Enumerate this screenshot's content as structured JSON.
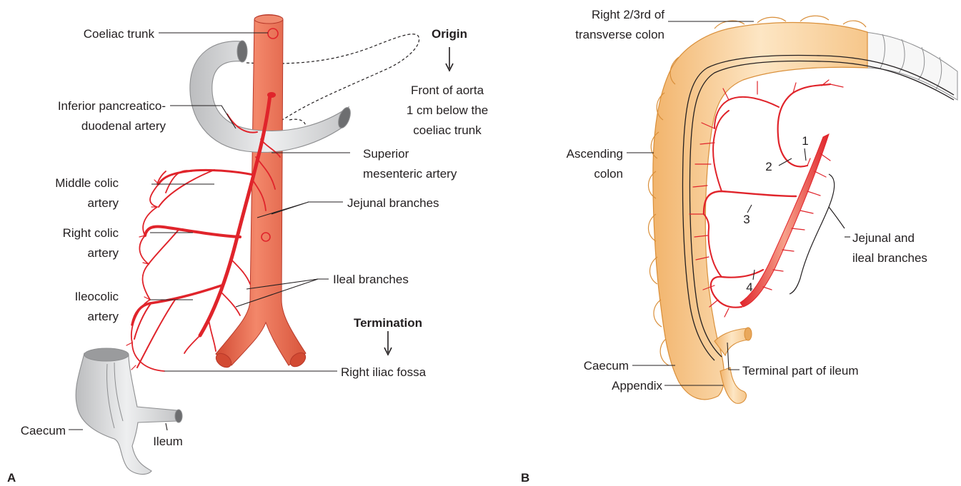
{
  "panel_a": {
    "label": "A",
    "coeliac_trunk": "Coeliac trunk",
    "origin_heading": "Origin",
    "origin_desc": [
      "Front of aorta",
      "1 cm below the",
      "coeliac trunk"
    ],
    "inferior_pd": [
      "Inferior pancreatico-",
      "duodenal artery"
    ],
    "sma": [
      "Superior",
      "mesenteric artery"
    ],
    "middle_colic": [
      "Middle colic",
      "artery"
    ],
    "jejunal": "Jejunal branches",
    "right_colic": [
      "Right colic",
      "artery"
    ],
    "ileal": "Ileal branches",
    "ileocolic": [
      "Ileocolic",
      "artery"
    ],
    "termination_heading": "Termination",
    "right_iliac_fossa": "Right iliac fossa",
    "caecum": "Caecum",
    "ileum": "Ileum"
  },
  "panel_b": {
    "label": "B",
    "transverse": [
      "Right 2/3rd of",
      "transverse colon"
    ],
    "ascending": [
      "Ascending",
      "colon"
    ],
    "numbers": [
      "1",
      "2",
      "3",
      "4"
    ],
    "jejunal_ileal": [
      "Jejunal and",
      "ileal branches"
    ],
    "caecum": "Caecum",
    "terminal_ileum": "Terminal part of ileum",
    "appendix": "Appendix"
  },
  "colors": {
    "artery": "#e0242b",
    "aorta": "#ee6a4f",
    "aorta_dark": "#c9432c",
    "duodenum": "#d6d7d9",
    "colon": "#f7c98d",
    "colon_light": "#fde9c8"
  }
}
